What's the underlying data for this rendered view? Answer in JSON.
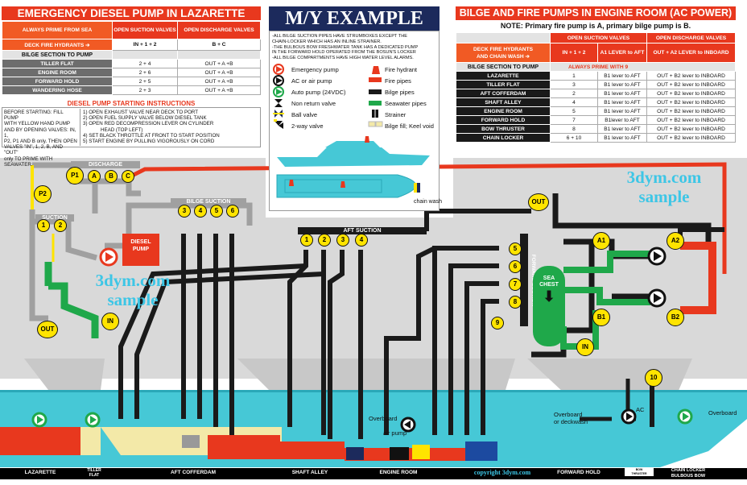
{
  "colors": {
    "red": "#e8381e",
    "orange": "#f15a24",
    "black_pipe": "#1a1a1a",
    "gray_pipe": "#a0a0a0",
    "green": "#1fa84a",
    "navy": "#1c2a5c",
    "yellow": "#ffe400",
    "cyan_hull": "#46c8d6",
    "watermark": "#3dc6e6"
  },
  "left_panel": {
    "title": "EMERGENCY DIESEL PUMP IN LAZARETTE",
    "header_left": "ALWAYS PRIME FROM SEA",
    "header_mid": "OPEN SUCTION VALVES",
    "header_right": "OPEN DISCHARGE VALVES",
    "deck_label": "DECK FIRE HYDRANTS",
    "deck_arrow": "➔",
    "deck_suction": "IN + 1 + 2",
    "deck_discharge": "B + C",
    "bilge_header": "BILGE SECTION TO PUMP",
    "rows": [
      {
        "name": "TILLER FLAT",
        "suction": "2 + 4",
        "discharge": "OUT + A +B"
      },
      {
        "name": "ENGINE ROOM",
        "suction": "2 + 6",
        "discharge": "OUT + A +B"
      },
      {
        "name": "FORWARD HOLD",
        "suction": "2 + 5",
        "discharge": "OUT + A +B"
      },
      {
        "name": "WANDERING HOSE",
        "suction": "2 + 3",
        "discharge": "OUT + A +B"
      }
    ],
    "instructions_title": "DIESEL PUMP STARTING INSTRUCTIONS",
    "before_lines": [
      "BEFORE STARTING: FILL PUMP",
      "WITH YELLOW HAND PUMP",
      "AND BY OPENING VALVES: IN, 1,",
      "P2, P1 AND B only. THEN OPEN",
      "VALVES \"IN\", 1, 2, B, AND \"OUT\"",
      "only TO PRIME WITH SEAWATER."
    ],
    "steps": [
      "1) OPEN EXHAUST VALVE NEAR DECK TO PORT",
      "2) OPEN FUEL SUPPLY VALVE BELOW DIESEL TANK",
      "3) OPEN RED DECOMPRESSION LEVER ON CYLINDER",
      "HEAD (TOP LEFT)",
      "4) SET BLACK THROTTLE AT FRONT TO START POSITION",
      "5) START ENGINE BY PULLING VIGOROUSLY ON CORD"
    ]
  },
  "center_panel": {
    "title": "M/Y EXAMPLE",
    "notes": [
      "-ALL BILGE SUCTION PIPES HAVE STRUMBOXES EXCEPT THE",
      "CHAIN-LOCKER WHICH HAS AN INLINE STRAINER.",
      "-THE BULBOUS BOW FRESHWATER TANK HAS A DEDICATED PUMP",
      "IN THE FORWARD HOLD OPERATED FROM THE BOSUN'S LOCKER",
      "-ALL BILGE COMPARTMENTS HAVE HIGH WATER LEVEL ALARMS."
    ],
    "legend_left": [
      {
        "icon": "emergency-pump-icon",
        "label": "Emergency pump"
      },
      {
        "icon": "ac-pump-icon",
        "label": "AC or air pump"
      },
      {
        "icon": "auto-pump-icon",
        "label": "Auto pump (24VDC)"
      },
      {
        "icon": "non-return-valve-icon",
        "label": "Non return valve"
      },
      {
        "icon": "ball-valve-icon",
        "label": "Ball valve"
      },
      {
        "icon": "two-way-valve-icon",
        "label": "2-way valve"
      }
    ],
    "legend_right": [
      {
        "icon": "fire-hydrant-icon",
        "label": "Fire hydrant"
      },
      {
        "icon": "fire-pipes-icon",
        "label": "Fire pipes"
      },
      {
        "icon": "bilge-pipes-icon",
        "label": "Bilge pipes"
      },
      {
        "icon": "seawater-pipes-icon",
        "label": "Seawater pipes"
      },
      {
        "icon": "strainer-icon",
        "label": "Strainer"
      },
      {
        "icon": "bilge-fill-icon",
        "label": "Bilge fill; Keel void"
      }
    ],
    "chain_wash": "chain wash"
  },
  "right_panel": {
    "title": "BILGE AND FIRE PUMPS IN ENGINE ROOM (AC POWER)",
    "note": "NOTE: Primary fire pump is A, primary bilge pump is B.",
    "header_mid": "OPEN SUCTION VALVES",
    "header_right": "OPEN DISCHARGE VALVES",
    "deck_label_1": "DECK FIRE HYDRANTS",
    "deck_label_2": "AND CHAIN WASH",
    "deck_arrow": "➔",
    "deck_suction": "IN + 1 + 2",
    "deck_lever": "A1 LEVER to AFT",
    "deck_discharge": "OUT + A2 LEVER to INBOARD",
    "bilge_header": "BILGE SECTION TO PUMP",
    "prime_note": "ALWAYS PRIME WITH 9",
    "rows": [
      {
        "name": "LAZARETTE",
        "valve": "1",
        "lever": "B1 lever to AFT",
        "discharge": "OUT + B2 lever to INBOARD"
      },
      {
        "name": "TILLER FLAT",
        "valve": "3",
        "lever": "B1 lever to AFT",
        "discharge": "OUT + B2 lever to INBOARD"
      },
      {
        "name": "AFT COFFERDAM",
        "valve": "2",
        "lever": "B1 lever to AFT",
        "discharge": "OUT + B2 lever to INBOARD"
      },
      {
        "name": "SHAFT ALLEY",
        "valve": "4",
        "lever": "B1 lever to AFT",
        "discharge": "OUT + B2 lever to INBOARD"
      },
      {
        "name": "ENGINE ROOM",
        "valve": "5",
        "lever": "B1 lever to AFT",
        "discharge": "OUT + B2 lever to INBOARD"
      },
      {
        "name": "FORWARD HOLD",
        "valve": "7",
        "lever": "B1lever  to AFT",
        "discharge": "OUT + B2 lever to INBOARD"
      },
      {
        "name": "BOW THRUSTER",
        "valve": "8",
        "lever": "B1 lever to AFT",
        "discharge": "OUT + B2 lever to INBOARD"
      },
      {
        "name": "CHAIN LOCKER",
        "valve": "6 + 10",
        "lever": "B1 lever to AFT",
        "discharge": "OUT + B2 lever to INBOARD"
      }
    ]
  },
  "diagram": {
    "discharge_label": "DISCHARGE",
    "suction_label": "SUCTION",
    "bilge_suction_label": "BILGE SUCTION",
    "aft_suction_label": "AFT SUCTION",
    "forward_suction_label": "FORWARD SUCTION",
    "diesel_pump_label_1": "DIESEL",
    "diesel_pump_label_2": "PUMP",
    "sea_chest_1": "SEA",
    "sea_chest_2": "CHEST",
    "overboard": "Overboard",
    "air_pump": "air pump",
    "overboard_deckwash_1": "Overboard",
    "overboard_deckwash_2": "or deckwash",
    "ac": "AC",
    "overboard_right": "Overboard",
    "markers": {
      "P1": "P1",
      "P2": "P2",
      "A": "A",
      "B": "B",
      "C": "C",
      "OUT": "OUT",
      "IN": "IN",
      "A1": "A1",
      "A2": "A2",
      "B1": "B1",
      "B2": "B2",
      "n1": "1",
      "n2": "2",
      "n3": "3",
      "n4": "4",
      "n5": "5",
      "n6": "6",
      "n7": "7",
      "n8": "8",
      "n9": "9",
      "n10": "10"
    }
  },
  "watermarks": {
    "left_1": "3dym.com",
    "left_2": "sample",
    "right_1": "3dym.com",
    "right_2": "sample"
  },
  "compartments": {
    "lazarette": "LAZARETTE",
    "tiller_1": "TILLER",
    "tiller_2": "FLAT",
    "aft_cofferdam": "AFT COFFERDAM",
    "shaft_alley": "SHAFT ALLEY",
    "engine_room": "ENGINE ROOM",
    "copyright": "copyright 3dym.com",
    "forward_hold": "FORWARD HOLD",
    "bow_thruster_1": "BOW",
    "bow_thruster_2": "THRUSTER",
    "chain_locker": "CHAIN LOCKER",
    "bulbous_bow": "BULBOUS BOW"
  }
}
